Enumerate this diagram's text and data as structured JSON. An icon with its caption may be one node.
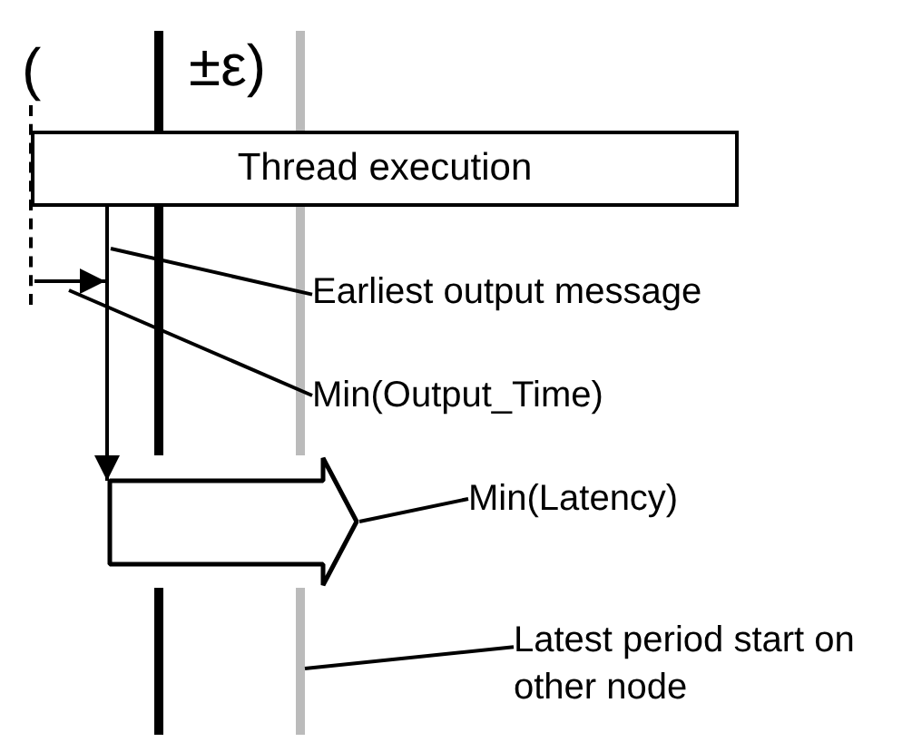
{
  "diagram": {
    "nodes": [
      {
        "text": [
          "Thread execution"
        ]
      },
      {
        "text": [
          "Earliest output message"
        ]
      },
      {
        "text": [
          "Min(Output_Time)"
        ]
      },
      {
        "text": [
          "Min(Latency)"
        ]
      },
      {
        "text": [
          "Latest period start on other node"
        ]
      },
      {
        "text": [],
        "shape": "arrow"
      },
      {
        "text": [],
        "shape": "line"
      },
      {
        "text": [],
        "shape": "line"
      }
    ],
    "edges": [
      {
        "from": 0,
        "to": 5,
        "arrow": "to"
      },
      {
        "from": 6,
        "to": null,
        "arrow": "to"
      },
      {
        "from": 1,
        "to": null,
        "arrow": "none"
      },
      {
        "from": 2,
        "to": null,
        "arrow": "none"
      },
      {
        "from": 3,
        "to": 5,
        "arrow": "none"
      },
      {
        "from": 4,
        "to": 7,
        "arrow": "none"
      }
    ],
    "labels": [
      "(",
      "±ε)"
    ]
  }
}
